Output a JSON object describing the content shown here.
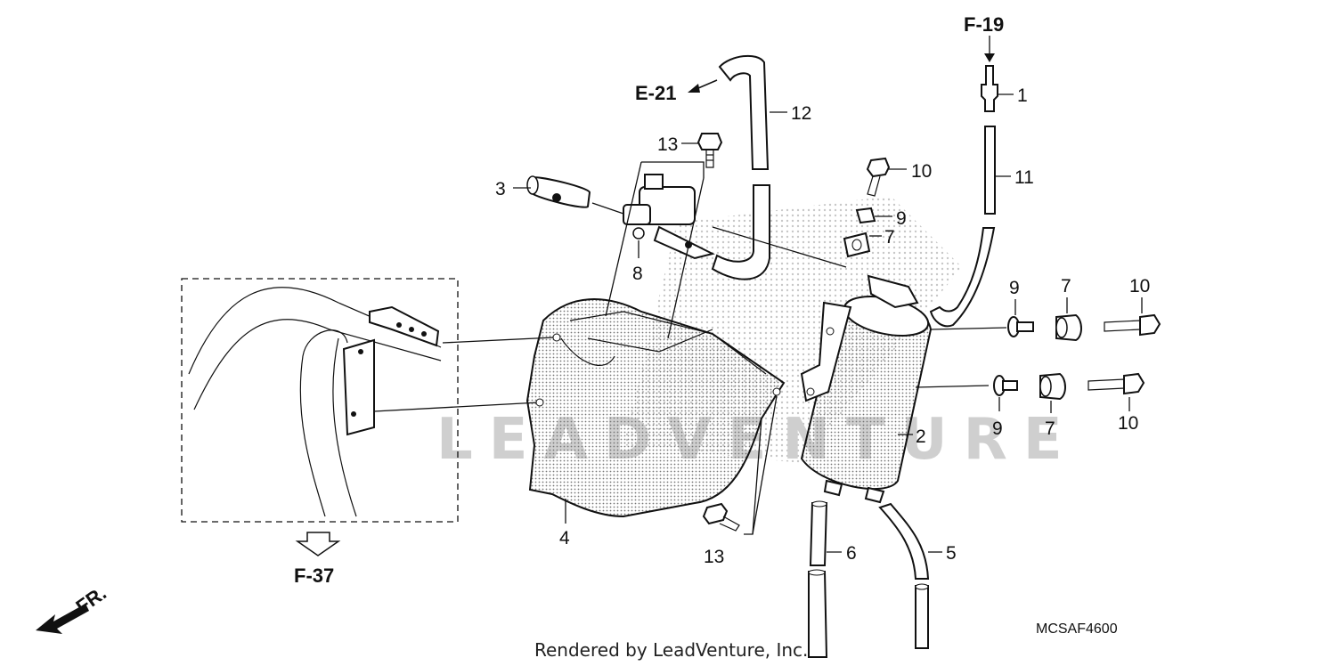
{
  "refs": {
    "top_right": "F-19",
    "upper_left": "E-21",
    "lower_left": "F-37",
    "front": "FR."
  },
  "callouts": {
    "c1": "1",
    "c2": "2",
    "c3": "3",
    "c4": "4",
    "c5": "5",
    "c6": "6",
    "c7a": "7",
    "c7b": "7",
    "c7c": "7",
    "c8": "8",
    "c9a": "9",
    "c9b": "9",
    "c9c": "9",
    "c10a": "10",
    "c10b": "10",
    "c10c": "10",
    "c11": "11",
    "c12": "12",
    "c13a": "13",
    "c13b": "13"
  },
  "diagram_code": "MCSAF4600",
  "footer": "Rendered by LeadVenture, Inc.",
  "watermark": "LEADVENTURE"
}
